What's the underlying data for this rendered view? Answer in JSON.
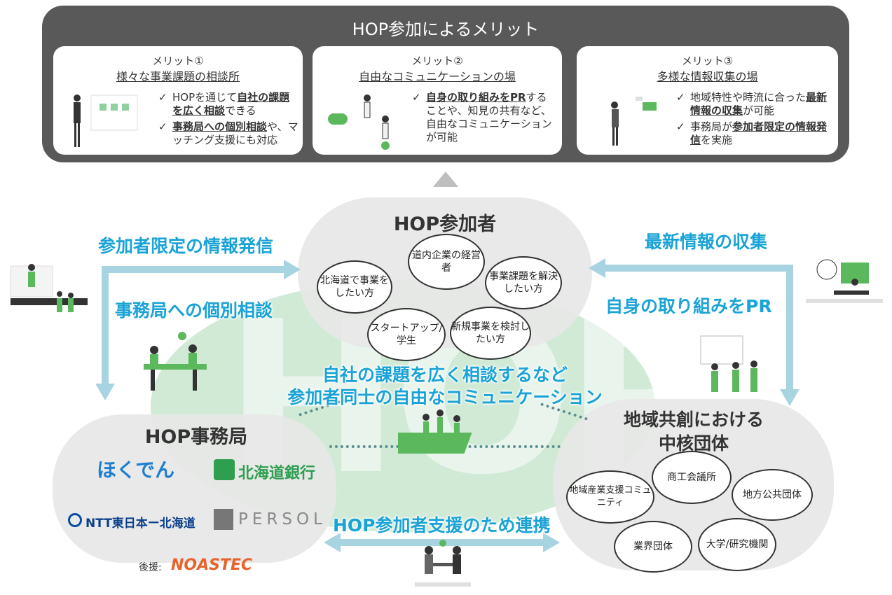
{
  "merits": {
    "title": "HOP参加によるメリット",
    "cards": [
      {
        "num": "メリット①",
        "head": "様々な事業課題の相談所",
        "items": [
          {
            "a": "HOPを通じて",
            "b": "自社の課題を広く相談",
            "c": "できる"
          },
          {
            "a": "",
            "b": "事務局への個別相談",
            "c": "や、マッチング支援にも対応"
          }
        ]
      },
      {
        "num": "メリット②",
        "head": "自由なコミュニケーションの場",
        "items": [
          {
            "a": "",
            "b": "自身の取り組みをPR",
            "c": "することや、知見の共有など、自由なコミュニケーションが可能"
          }
        ]
      },
      {
        "num": "メリット③",
        "head": "多様な情報収集の場",
        "items": [
          {
            "a": "地域特性や時流に合った",
            "b": "最新情報の収集",
            "c": "が可能"
          },
          {
            "a": "事務局が",
            "b": "参加者限定の情報発信",
            "c": "を実施"
          }
        ]
      }
    ]
  },
  "participants": {
    "title": "HOP参加者",
    "bubbles": [
      "道内企業の経営者",
      "北海道で事業をしたい方",
      "事業課題を解決したい方",
      "スタートアップ/学生",
      "新規事業を検討したい方"
    ]
  },
  "secretariat": {
    "title": "HOP事務局",
    "logos": [
      "ほくでん",
      "北海道銀行",
      "NTT東日本ー北海道",
      "PERSOL"
    ],
    "support_label": "後援:",
    "support_logo": "NOASTEC"
  },
  "core": {
    "title_line1": "地域共創における",
    "title_line2": "中核団体",
    "bubbles": [
      "商工会議所",
      "地域産業支援コミュニティ",
      "地方公共団体",
      "業界団体",
      "大学/研究機関"
    ]
  },
  "flows": {
    "info_limited": "参加者限定の情報発信",
    "consult": "事務局への個別相談",
    "latest_info": "最新情報の収集",
    "pr": "自身の取り組みをPR",
    "center_line1": "自社の課題を広く相談するなど",
    "center_line2": "参加者同士の自由なコミュニケーション",
    "collab": "HOP参加者支援のため連携"
  },
  "watermark": "HOP",
  "colors": {
    "panel": "#595959",
    "accent": "#1aa3d6",
    "arrow": "#a8d4e2",
    "green": "#5cb85c",
    "blob": "#e7e7e7"
  }
}
